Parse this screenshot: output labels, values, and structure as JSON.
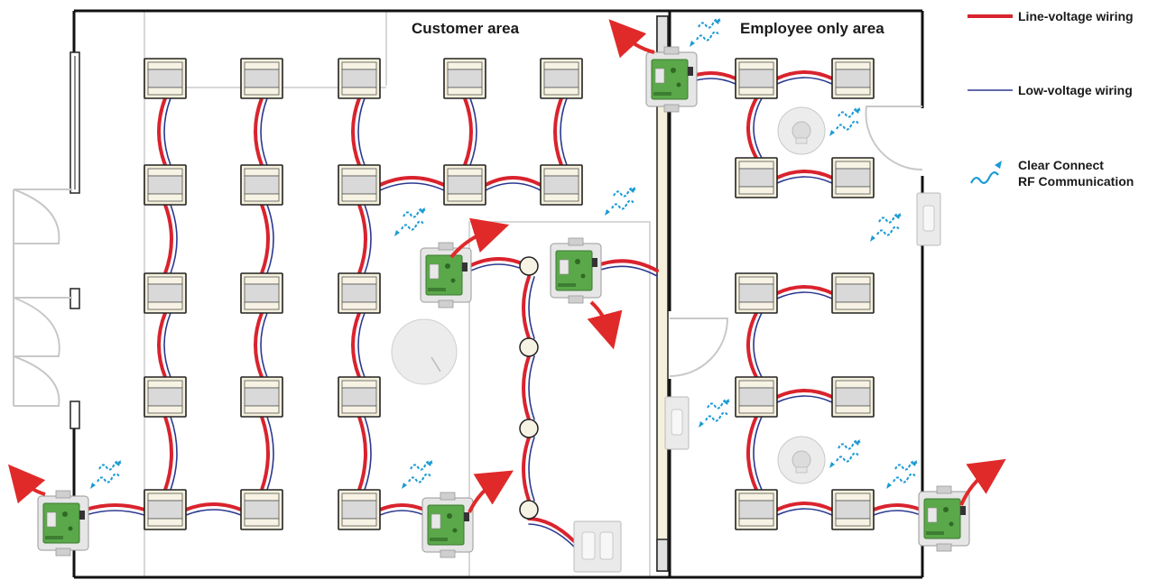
{
  "areas": {
    "customer": "Customer area",
    "employee": "Employee only area"
  },
  "legend": {
    "line_voltage": "Line-voltage wiring",
    "low_voltage": "Low-voltage wiring",
    "rf_line1": "Clear Connect",
    "rf_line2": "RF Communication"
  },
  "colors": {
    "line_voltage": "#d9232e",
    "low_voltage": "#2b3990",
    "rf": "#1b9ad6",
    "fixture_fill": "#f5f0dc",
    "fixture_lens": "#d8d8d8",
    "module_board": "#5aa84a",
    "arrow": "#e02a2a"
  },
  "icons": {
    "module": "wireless-power-module-icon",
    "fixture": "light-fixture-icon",
    "rf": "rf-signal-icon",
    "sensor": "occupancy-sensor-icon",
    "switch": "wall-switch-icon",
    "downlight": "downlight-icon"
  }
}
